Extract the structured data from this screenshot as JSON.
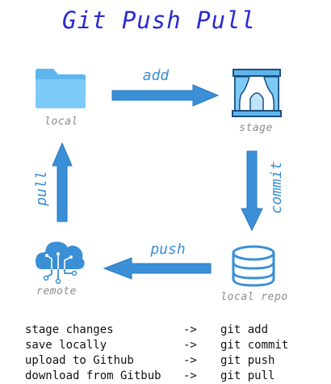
{
  "title": "Git Push Pull",
  "nodes": {
    "local": "local",
    "stage": "stage",
    "local_repo": "local repo",
    "remote": "remote"
  },
  "edges": {
    "add": "add",
    "commit": "commit",
    "push": "push",
    "pull": "pull"
  },
  "legend": [
    {
      "action": "stage changes",
      "sep": "->",
      "command": "git add"
    },
    {
      "action": "save locally",
      "sep": "->",
      "command": "git commit"
    },
    {
      "action": "upload to Github",
      "sep": "->",
      "command": "git push"
    },
    {
      "action": "download from Gitbub",
      "sep": "->",
      "command": "git pull"
    }
  ],
  "colors": {
    "title": "#2a2ad4",
    "arrow": "#3a8fd6",
    "folder": "#6cc0f4",
    "label": "#8c8c8c"
  },
  "icons": {
    "local": "folder-icon",
    "stage": "stage-curtain-icon",
    "local_repo": "database-icon",
    "remote": "cloud-network-icon"
  }
}
